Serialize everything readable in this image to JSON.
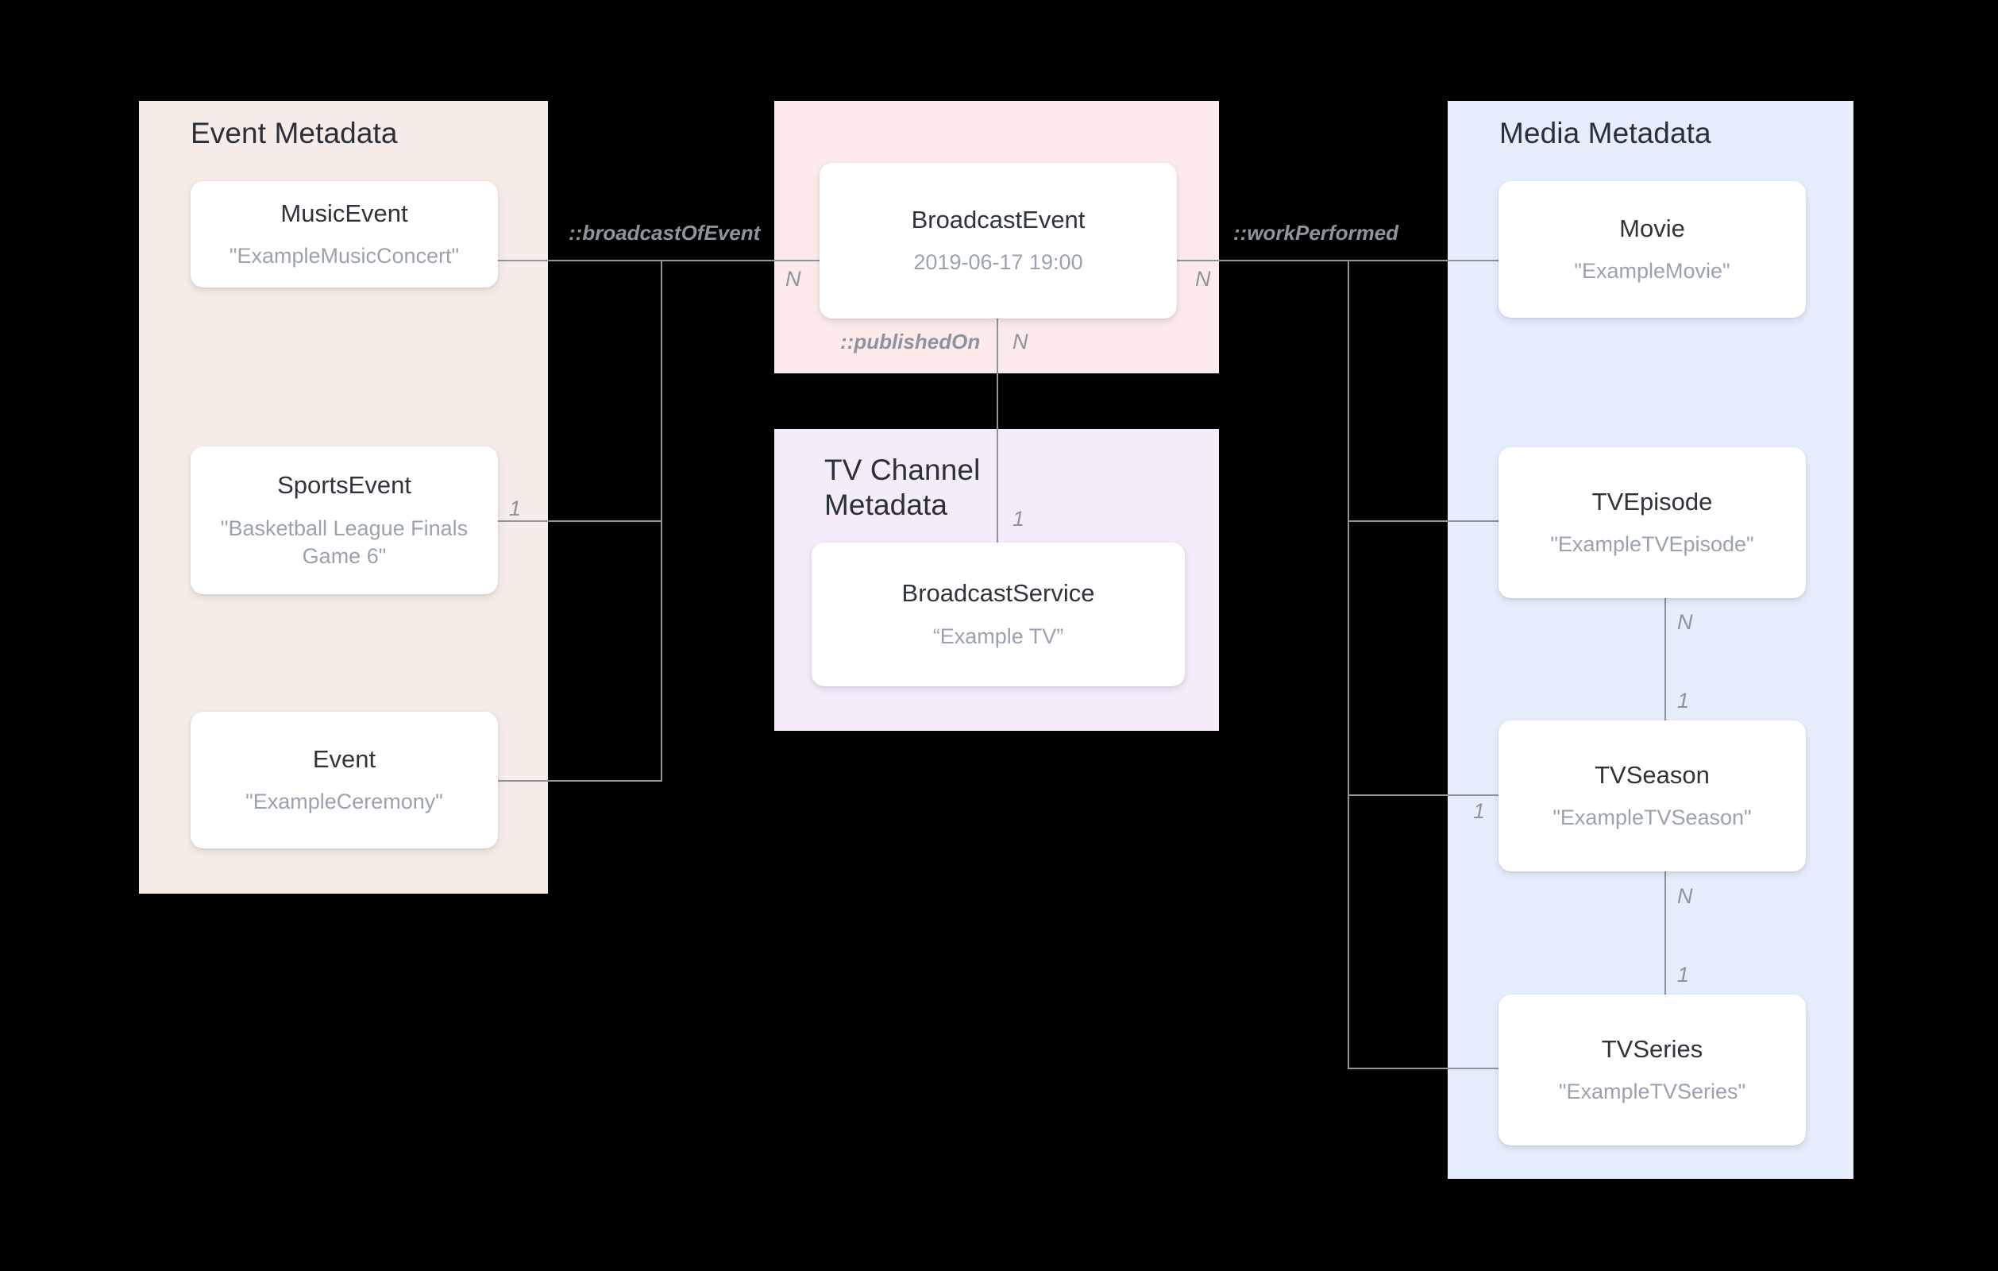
{
  "diagram": {
    "title": "Broadcast and media metadata entity relationships",
    "background": "#000000",
    "line_color": "#8e949c"
  },
  "groups": [
    {
      "id": "event-metadata",
      "title": "Event Metadata",
      "color": "#f5ece7"
    },
    {
      "id": "broadcast-metadata",
      "title": "",
      "color": "#fdeaea"
    },
    {
      "id": "tv-channel-metadata",
      "title": "TV Channel\nMetadata",
      "color": "#f4ecfb"
    },
    {
      "id": "media-metadata",
      "title": "Media Metadata",
      "color": "#e6edfd"
    }
  ],
  "entities": {
    "music_event": {
      "name": "MusicEvent",
      "value": "\"ExampleMusicConcert\""
    },
    "sports_event": {
      "name": "SportsEvent",
      "value": "\"Basketball League Finals Game 6\""
    },
    "event": {
      "name": "Event",
      "value": "\"ExampleCeremony\""
    },
    "broadcast_event": {
      "name": "BroadcastEvent",
      "value": "2019-06-17 19:00"
    },
    "broadcast_service": {
      "name": "BroadcastService",
      "value": "“Example TV”"
    },
    "movie": {
      "name": "Movie",
      "value": "\"ExampleMovie\""
    },
    "tv_episode": {
      "name": "TVEpisode",
      "value": "\"ExampleTVEpisode\""
    },
    "tv_season": {
      "name": "TVSeason",
      "value": "\"ExampleTVSeason\""
    },
    "tv_series": {
      "name": "TVSeries",
      "value": "\"ExampleTVSeries\""
    }
  },
  "relations": {
    "broadcast_of_event": "::broadcastOfEvent",
    "work_performed": "::workPerformed",
    "published_on": "::publishedOn"
  },
  "cardinalities": {
    "broadcast_event_left_n": "N",
    "broadcast_event_right_n": "N",
    "broadcast_event_down_n": "N",
    "sports_event_one": "1",
    "broadcast_service_one": "1",
    "tv_episode_n": "N",
    "tv_season_one_top": "1",
    "tv_season_one_left": "1",
    "tv_season_n": "N",
    "tv_series_one": "1"
  }
}
